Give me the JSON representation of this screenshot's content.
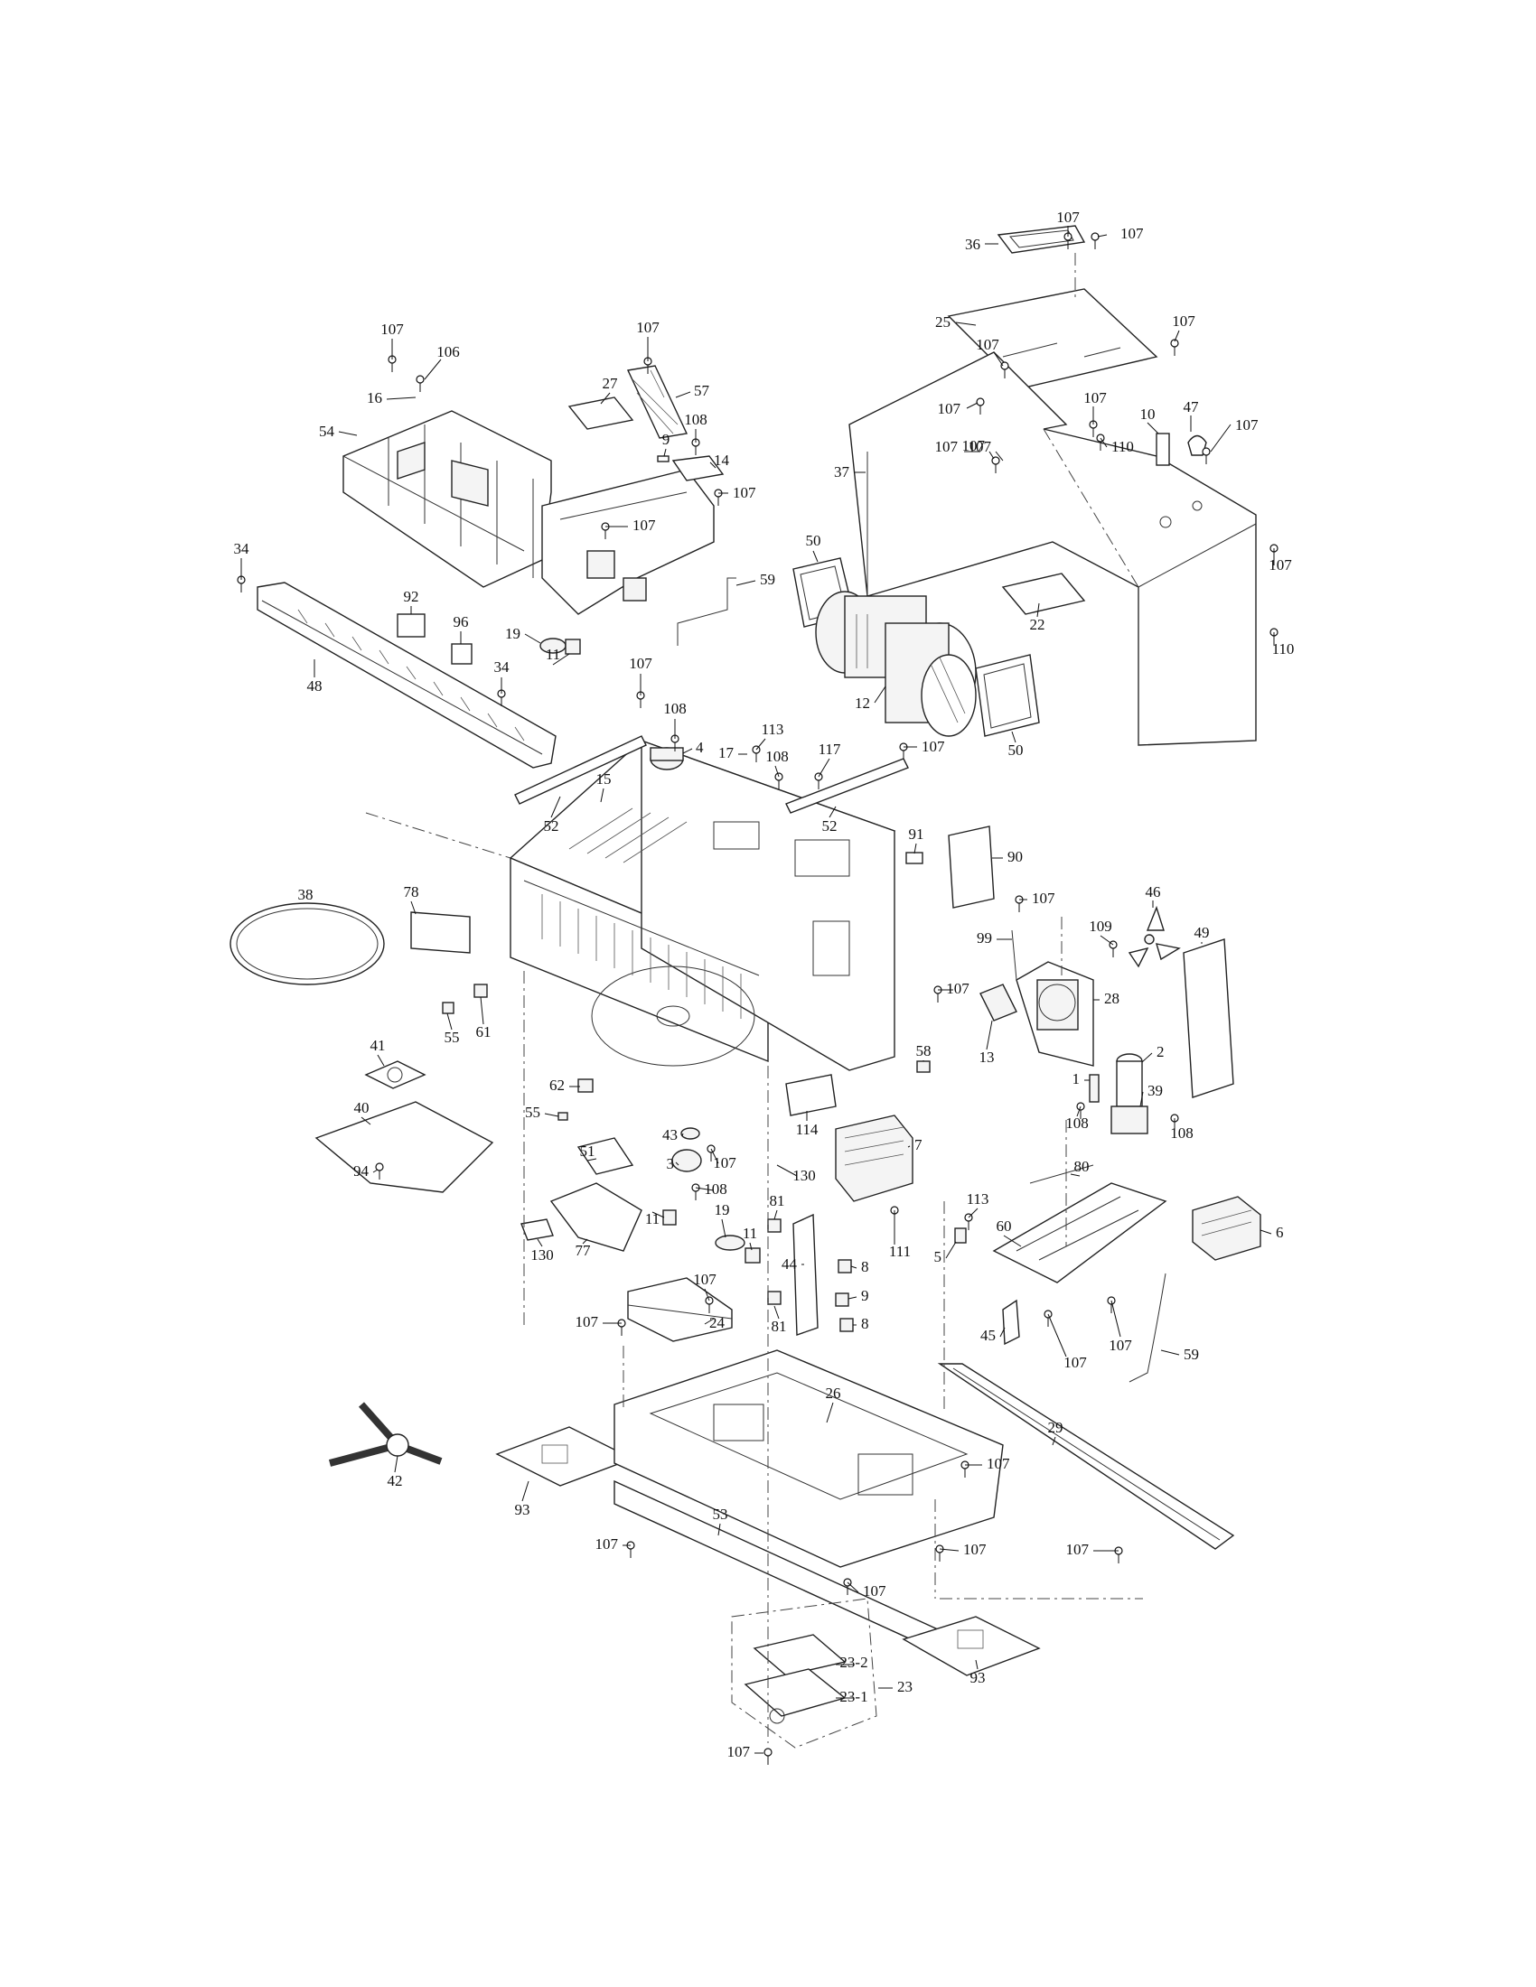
{
  "labels": [
    {
      "id": "36",
      "text": "36"
    },
    {
      "id": "25",
      "text": "25"
    },
    {
      "id": "37",
      "text": "37"
    },
    {
      "id": "47",
      "text": "47"
    },
    {
      "id": "10",
      "text": "10"
    },
    {
      "id": "22",
      "text": "22"
    },
    {
      "id": "50",
      "text": "50"
    },
    {
      "id": "12",
      "text": "12"
    },
    {
      "id": "110",
      "text": "110"
    },
    {
      "id": "54",
      "text": "54"
    },
    {
      "id": "16",
      "text": "16"
    },
    {
      "id": "106",
      "text": "106"
    },
    {
      "id": "27",
      "text": "27"
    },
    {
      "id": "57",
      "text": "57"
    },
    {
      "id": "9",
      "text": "9"
    },
    {
      "id": "108",
      "text": "108"
    },
    {
      "id": "14",
      "text": "14"
    },
    {
      "id": "59",
      "text": "59"
    },
    {
      "id": "34",
      "text": "34"
    },
    {
      "id": "92",
      "text": "92"
    },
    {
      "id": "96",
      "text": "96"
    },
    {
      "id": "19",
      "text": "19"
    },
    {
      "id": "11",
      "text": "11"
    },
    {
      "id": "48",
      "text": "48"
    },
    {
      "id": "4",
      "text": "4"
    },
    {
      "id": "113",
      "text": "113"
    },
    {
      "id": "17",
      "text": "17"
    },
    {
      "id": "117",
      "text": "117"
    },
    {
      "id": "15",
      "text": "15"
    },
    {
      "id": "52",
      "text": "52"
    },
    {
      "id": "91",
      "text": "91"
    },
    {
      "id": "90",
      "text": "90"
    },
    {
      "id": "38",
      "text": "38"
    },
    {
      "id": "78",
      "text": "78"
    },
    {
      "id": "55",
      "text": "55"
    },
    {
      "id": "61",
      "text": "61"
    },
    {
      "id": "41",
      "text": "41"
    },
    {
      "id": "40",
      "text": "40"
    },
    {
      "id": "94",
      "text": "94"
    },
    {
      "id": "62",
      "text": "62"
    },
    {
      "id": "43",
      "text": "43"
    },
    {
      "id": "3",
      "text": "3"
    },
    {
      "id": "130",
      "text": "130"
    },
    {
      "id": "51",
      "text": "51"
    },
    {
      "id": "77",
      "text": "77"
    },
    {
      "id": "81",
      "text": "81"
    },
    {
      "id": "44",
      "text": "44"
    },
    {
      "id": "8",
      "text": "8"
    },
    {
      "id": "24",
      "text": "24"
    },
    {
      "id": "114",
      "text": "114"
    },
    {
      "id": "58",
      "text": "58"
    },
    {
      "id": "7",
      "text": "7"
    },
    {
      "id": "111",
      "text": "111"
    },
    {
      "id": "46",
      "text": "46"
    },
    {
      "id": "109",
      "text": "109"
    },
    {
      "id": "99",
      "text": "99"
    },
    {
      "id": "28",
      "text": "28"
    },
    {
      "id": "49",
      "text": "49"
    },
    {
      "id": "13",
      "text": "13"
    },
    {
      "id": "2",
      "text": "2"
    },
    {
      "id": "1",
      "text": "1"
    },
    {
      "id": "39",
      "text": "39"
    },
    {
      "id": "80",
      "text": "80"
    },
    {
      "id": "60",
      "text": "60"
    },
    {
      "id": "6",
      "text": "6"
    },
    {
      "id": "5",
      "text": "5"
    },
    {
      "id": "45",
      "text": "45"
    },
    {
      "id": "42",
      "text": "42"
    },
    {
      "id": "93",
      "text": "93"
    },
    {
      "id": "26",
      "text": "26"
    },
    {
      "id": "29",
      "text": "29"
    },
    {
      "id": "53",
      "text": "53"
    },
    {
      "id": "23",
      "text": "23"
    },
    {
      "id": "23-1",
      "text": "23-1"
    },
    {
      "id": "23-2",
      "text": "23-2"
    },
    {
      "id": "107",
      "text": "107"
    }
  ]
}
